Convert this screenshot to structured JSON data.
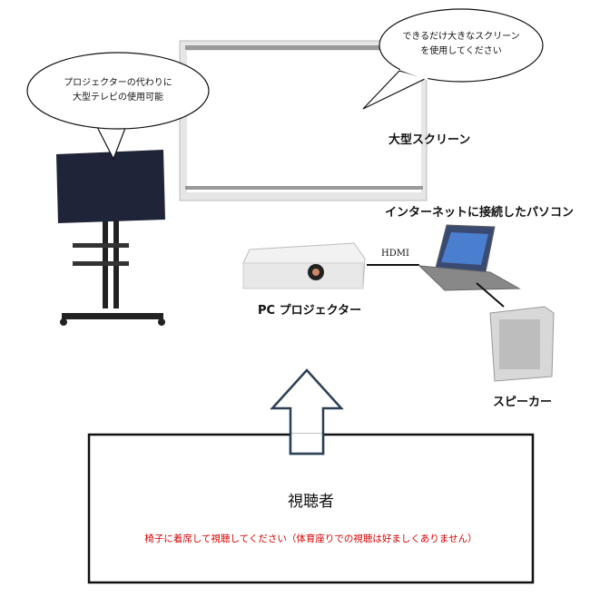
{
  "bubbles": {
    "screen_note": {
      "line1": "できるだけ大きなスクリーン",
      "line2": "を使用してください"
    },
    "tv_note": {
      "line1": "プロジェクターの代わりに",
      "line2": "大型テレビの使用可能"
    }
  },
  "labels": {
    "screen": "大型スクリーン",
    "pc": "インターネットに接続したパソコン",
    "projector": "PC プロジェクター",
    "hdmi": "HDMI",
    "speaker": "スピーカー"
  },
  "audience": {
    "title": "視聴者",
    "note": "椅子に着席して視聴してください（体育座りでの視聴は好ましくありません）",
    "note_color": "#d40000"
  }
}
